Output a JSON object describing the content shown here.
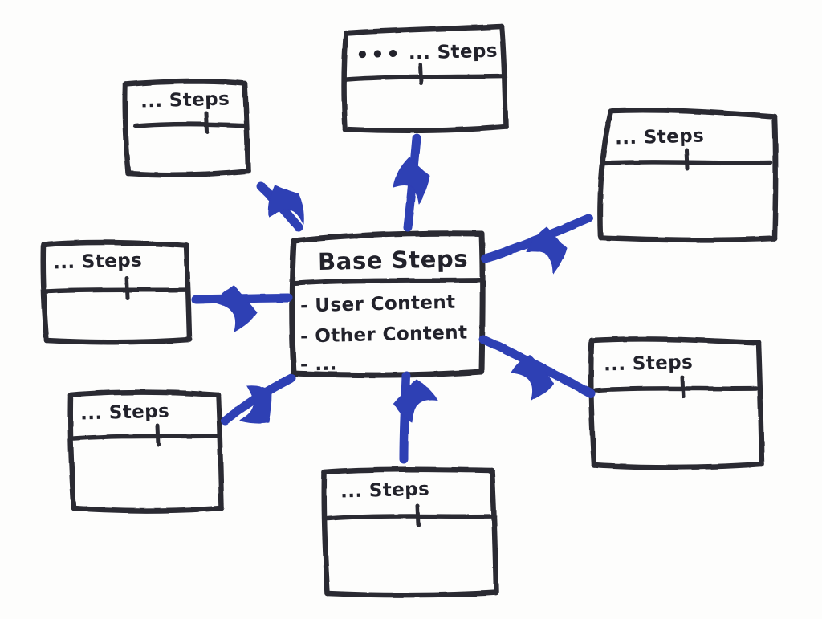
{
  "diagram": {
    "title": "Base Steps",
    "style": "hand-drawn whiteboard sketch",
    "ink_color": "#2b2b33",
    "arrow_color": "#2e3fb4",
    "background_color": "#fdfdfc",
    "center_node": {
      "header": "Base Steps",
      "items": [
        "- User Content",
        "- Other Content",
        "- ..."
      ]
    },
    "satellite_nodes": [
      {
        "id": "top",
        "header": "... Steps",
        "body": ""
      },
      {
        "id": "top-left",
        "header": "... Steps",
        "body": ""
      },
      {
        "id": "right-upper",
        "header": "... Steps",
        "body": ""
      },
      {
        "id": "left",
        "header": "... Steps",
        "body": ""
      },
      {
        "id": "bottom-left",
        "header": "... Steps",
        "body": ""
      },
      {
        "id": "bottom",
        "header": "... Steps",
        "body": ""
      },
      {
        "id": "bottom-right",
        "header": "... Steps",
        "body": ""
      }
    ],
    "connections": [
      {
        "from": "center",
        "to": "top",
        "direction": "up"
      },
      {
        "from": "center",
        "to": "top-left",
        "direction": "up-left"
      },
      {
        "from": "center",
        "to": "right-upper",
        "direction": "up-right"
      },
      {
        "from": "center",
        "to": "left",
        "direction": "left"
      },
      {
        "from": "center",
        "to": "bottom-left",
        "direction": "down-left"
      },
      {
        "from": "center",
        "to": "bottom",
        "direction": "down"
      },
      {
        "from": "center",
        "to": "bottom-right",
        "direction": "down-right"
      }
    ]
  }
}
